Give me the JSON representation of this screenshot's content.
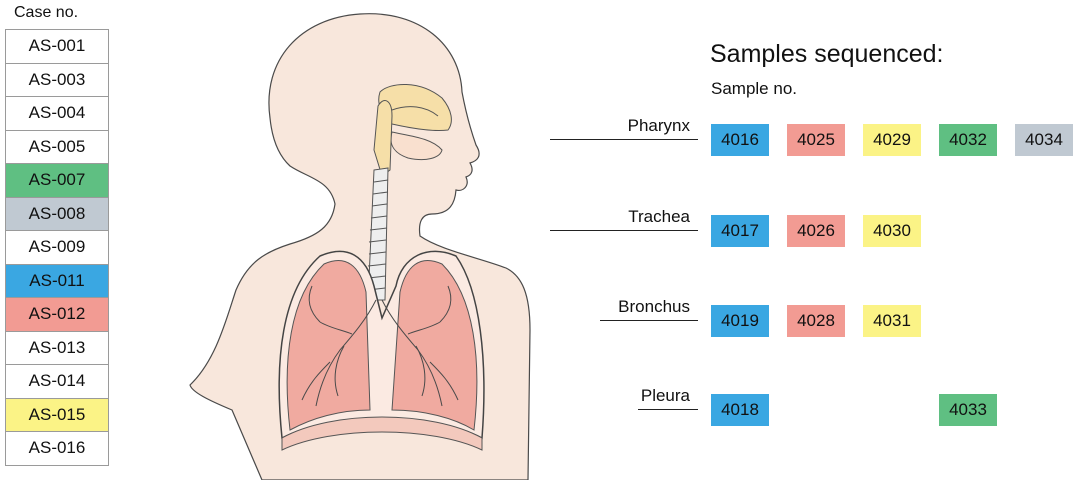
{
  "case_header": "Case no.",
  "cases": [
    {
      "id": "AS-001",
      "color": "#ffffff"
    },
    {
      "id": "AS-003",
      "color": "#ffffff"
    },
    {
      "id": "AS-004",
      "color": "#ffffff"
    },
    {
      "id": "AS-005",
      "color": "#ffffff"
    },
    {
      "id": "AS-007",
      "color": "#5fbf82"
    },
    {
      "id": "AS-008",
      "color": "#c0c9d2"
    },
    {
      "id": "AS-009",
      "color": "#ffffff"
    },
    {
      "id": "AS-011",
      "color": "#3aa7e2"
    },
    {
      "id": "AS-012",
      "color": "#f29b93"
    },
    {
      "id": "AS-013",
      "color": "#ffffff"
    },
    {
      "id": "AS-014",
      "color": "#ffffff"
    },
    {
      "id": "AS-015",
      "color": "#fbf386"
    },
    {
      "id": "AS-016",
      "color": "#ffffff"
    }
  ],
  "samples_title": "Samples sequenced:",
  "samples_subtitle": "Sample no.",
  "organs": [
    {
      "name": "Pharynx",
      "samples": [
        {
          "no": "4016",
          "color": "#3aa7e2"
        },
        {
          "no": "4025",
          "color": "#f29b93"
        },
        {
          "no": "4029",
          "color": "#fbf386"
        },
        {
          "no": "4032",
          "color": "#5fbf82"
        },
        {
          "no": "4034",
          "color": "#c0c9d2"
        }
      ]
    },
    {
      "name": "Trachea",
      "samples": [
        {
          "no": "4017",
          "color": "#3aa7e2"
        },
        {
          "no": "4026",
          "color": "#f29b93"
        },
        {
          "no": "4030",
          "color": "#fbf386"
        }
      ]
    },
    {
      "name": "Bronchus",
      "samples": [
        {
          "no": "4019",
          "color": "#3aa7e2"
        },
        {
          "no": "4028",
          "color": "#f29b93"
        },
        {
          "no": "4031",
          "color": "#fbf386"
        }
      ]
    },
    {
      "name": "Pleura",
      "samples": [
        {
          "no": "4018",
          "color": "#3aa7e2"
        },
        {
          "no": "4033",
          "color": "#5fbf82"
        }
      ]
    }
  ]
}
